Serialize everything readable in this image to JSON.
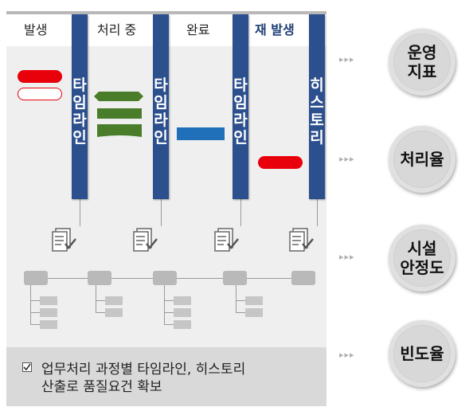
{
  "header": {
    "stages": [
      "발생",
      "처리 중",
      "완료",
      "재 발생"
    ]
  },
  "bars": [
    {
      "label_chars": [
        "타",
        "임",
        "라",
        "인"
      ]
    },
    {
      "label_chars": [
        "타",
        "임",
        "라",
        "인"
      ]
    },
    {
      "label_chars": [
        "타",
        "임",
        "라",
        "인"
      ]
    },
    {
      "label_chars": [
        "히",
        "스",
        "토",
        "리"
      ]
    }
  ],
  "note": {
    "line1": "업무처리 과정별 타임라인, 히스토리",
    "line2": "산출로 품질요건 확보"
  },
  "metrics": [
    {
      "line1": "운영",
      "line2": "지표"
    },
    {
      "line1": "처리율",
      "line2": ""
    },
    {
      "line1": "시설",
      "line2": "안정도"
    },
    {
      "line1": "빈도율",
      "line2": ""
    }
  ],
  "arrow_glyph": "▸▸▸",
  "colors": {
    "timeline_bar": "#2c4f8e",
    "occur_red": "#e8000b",
    "progress_green": "#4a7d2a",
    "complete_blue": "#1f6fb9",
    "reoccur_label": "#1f3f75"
  }
}
